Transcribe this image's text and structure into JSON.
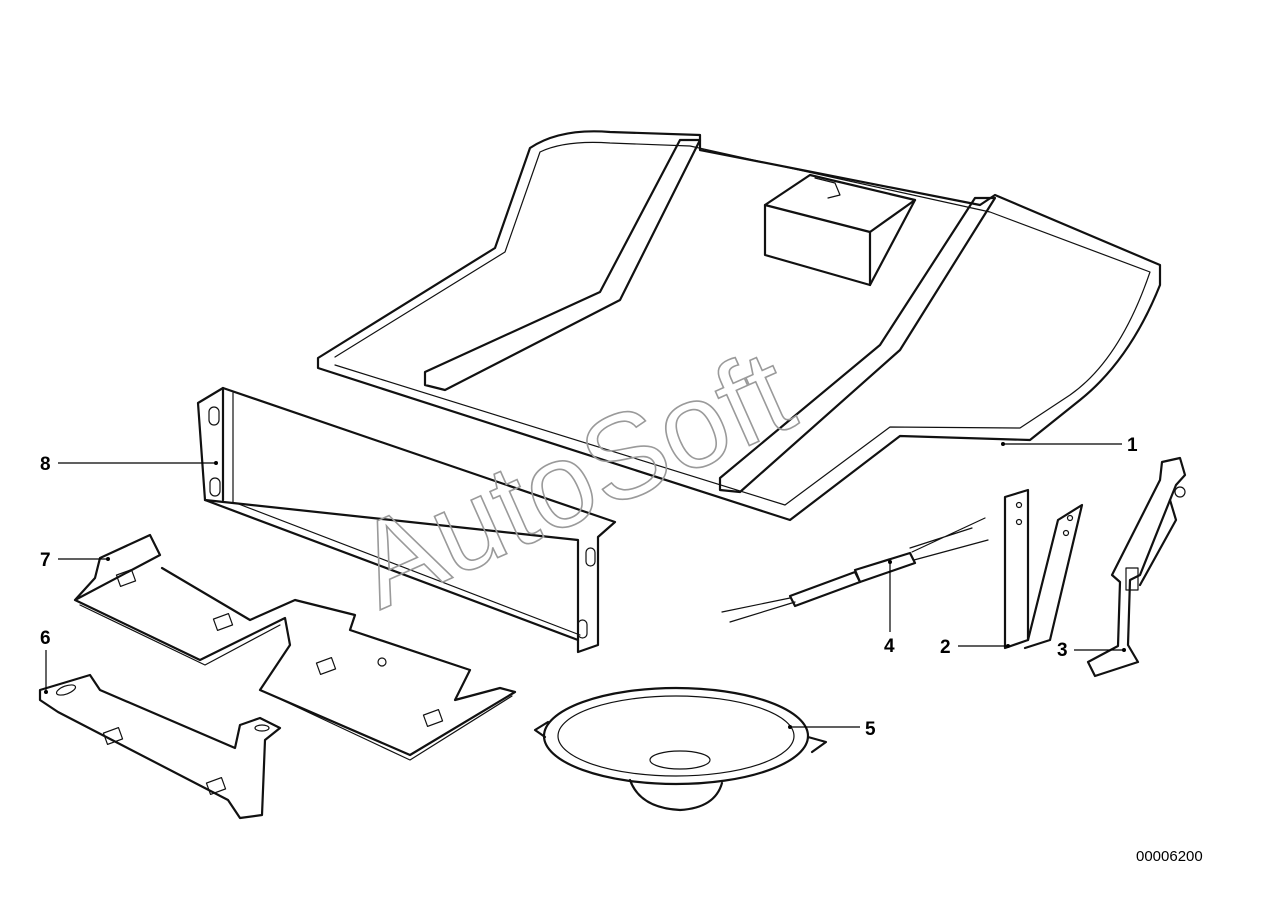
{
  "watermark": "AutoSoft",
  "diagram_number": "00006200",
  "callouts": [
    {
      "id": "callout-1",
      "label": "1"
    },
    {
      "id": "callout-2",
      "label": "2"
    },
    {
      "id": "callout-3",
      "label": "3"
    },
    {
      "id": "callout-4",
      "label": "4"
    },
    {
      "id": "callout-5",
      "label": "5"
    },
    {
      "id": "callout-6",
      "label": "6"
    },
    {
      "id": "callout-7",
      "label": "7"
    },
    {
      "id": "callout-8",
      "label": "8"
    }
  ]
}
